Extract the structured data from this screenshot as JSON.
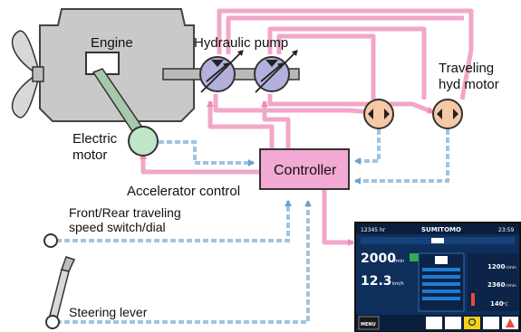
{
  "diagram": {
    "engine_label": "Engine",
    "hydraulic_pump_label": "Hydraulic pump",
    "traveling_motor_label_1": "Traveling",
    "traveling_motor_label_2": "hyd motor",
    "electric_motor_label_1": "Electric",
    "electric_motor_label_2": "motor",
    "controller_label": "Controller",
    "accelerator_label": "Accelerator control",
    "speed_switch_label_1": "Front/Rear traveling",
    "speed_switch_label_2": "speed switch/dial",
    "steering_label": "Steering lever"
  },
  "monitor": {
    "time_left": "12345 hr",
    "brand": "SUMITOMO",
    "time_right": "23:59",
    "rpm_value": "2000",
    "rpm_unit": "r/min",
    "speed_value": "12.3",
    "speed_unit": "km/h",
    "right_value_1": "1200",
    "right_unit_1": "r/min",
    "right_value_2": "2360",
    "right_unit_2": "r/min",
    "temp_value": "140",
    "temp_unit": "°C",
    "menu_label": "MENU"
  },
  "colors": {
    "engine_fill": "#c9c9c9",
    "pump_fill": "#b3b1dc",
    "travel_motor_fill": "#f7c8a6",
    "electric_motor_fill": "#bfe6c6",
    "controller_fill": "#f2a9d3",
    "hydraulic_line": "#f1a7c8",
    "signal_line": "#9fc4e0",
    "lever_fill": "#a6c8ad",
    "monitor_bg": "#0e2f5c",
    "monitor_accent": "#1f7cd1"
  }
}
